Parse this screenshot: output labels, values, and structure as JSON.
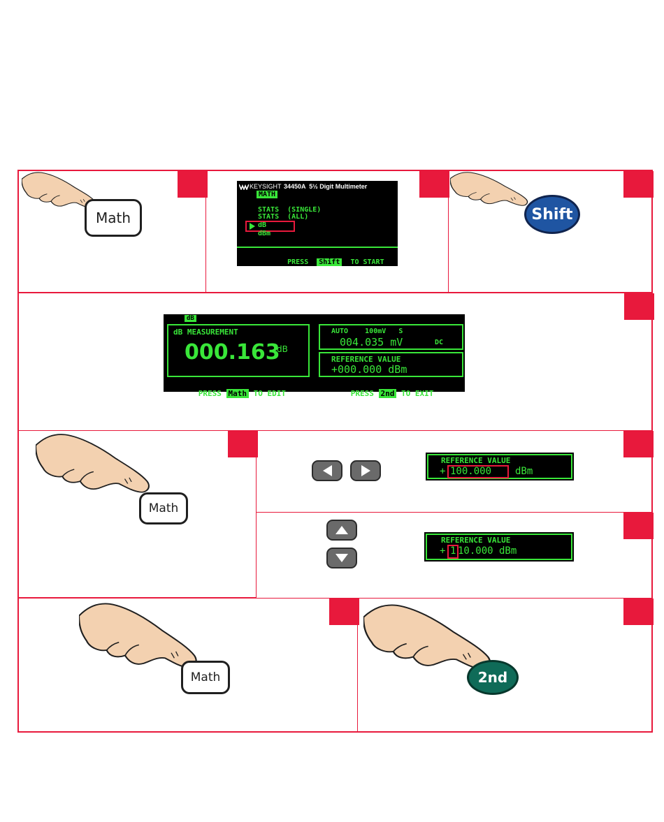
{
  "colors": {
    "frame": "#e8193c",
    "lcd_text": "#39e639",
    "shift_key": "#1f55a2",
    "second_key": "#0f6b58",
    "skin": "#f3d1b0"
  },
  "icons": [
    "pointing-hand-icon",
    "left-arrow-icon",
    "right-arrow-icon",
    "up-arrow-icon",
    "down-arrow-icon",
    "keysight-logo-icon"
  ],
  "step1": {
    "key_label": "Math"
  },
  "step2": {
    "brand": "KEYSIGHT",
    "model": "34450A  5½ Digit Multimeter",
    "menu_tag": "MATH",
    "items": [
      "STATS  (SINGLE)",
      "STATS  (ALL)",
      "dB",
      "dBm"
    ],
    "footer_press": "PRESS",
    "footer_key": "Shift",
    "footer_rest": "TO START"
  },
  "step3": {
    "key_label": "Shift"
  },
  "step4": {
    "tag": "dB",
    "measurement_label": "dB MEASUREMENT",
    "value": "000.163",
    "unit": "dB",
    "range_line": "AUTO    100mV   S",
    "secondary_value": "004.035 mV",
    "secondary_mode": "DC",
    "reference_label": "REFERENCE VALUE",
    "reference_value": "+000.000 dBm",
    "footer_left_press": "PRESS",
    "footer_left_key": "Math",
    "footer_left_rest": "TO EDIT",
    "footer_right_press": "PRESS",
    "footer_right_key": "2nd",
    "footer_right_rest": "TO EXIT"
  },
  "step5": {
    "key_label": "Math"
  },
  "step6": {
    "reference_label": "REFERENCE VALUE",
    "sign": "+",
    "value": "100.000",
    "unit": "dBm"
  },
  "step7": {
    "reference_label": "REFERENCE VALUE",
    "sign": "+",
    "digit": "1",
    "rest": "10.000 dBm"
  },
  "step8": {
    "key_label": "Math"
  },
  "step9": {
    "key_label": "2nd"
  }
}
